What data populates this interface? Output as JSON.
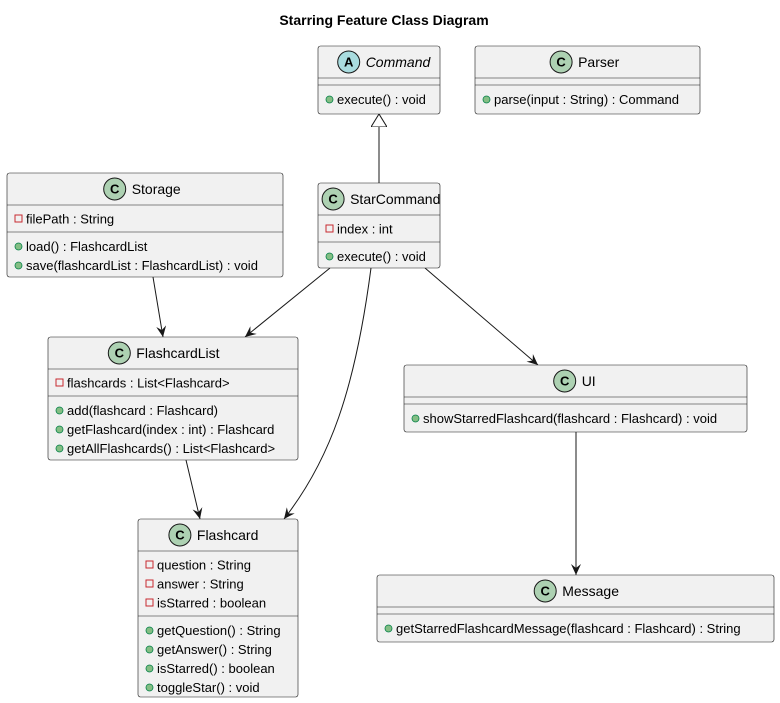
{
  "diagram": {
    "title": "Starring Feature Class Diagram",
    "colors": {
      "class_badge": "#add1b2",
      "abstract_badge": "#a9dcdf",
      "box_fill": "#f1f1f1",
      "border": "#181818",
      "public_marker": "#84be84",
      "private_marker": "#c82930"
    },
    "classes": {
      "command": {
        "name": "Command",
        "stereotype": "A",
        "abstract": true,
        "fields": [],
        "methods": [
          "execute() : void"
        ]
      },
      "parser": {
        "name": "Parser",
        "stereotype": "C",
        "abstract": false,
        "fields": [],
        "methods": [
          "parse(input : String) : Command"
        ]
      },
      "storage": {
        "name": "Storage",
        "stereotype": "C",
        "abstract": false,
        "fields": [
          "filePath : String"
        ],
        "methods": [
          "load() : FlashcardList",
          "save(flashcardList : FlashcardList) : void"
        ]
      },
      "starcommand": {
        "name": "StarCommand",
        "stereotype": "C",
        "abstract": false,
        "fields": [
          "index : int"
        ],
        "methods": [
          "execute() : void"
        ]
      },
      "flashcardlist": {
        "name": "FlashcardList",
        "stereotype": "C",
        "abstract": false,
        "fields": [
          "flashcards : List<Flashcard>"
        ],
        "methods": [
          "add(flashcard : Flashcard)",
          "getFlashcard(index : int) : Flashcard",
          "getAllFlashcards() : List<Flashcard>"
        ]
      },
      "ui": {
        "name": "UI",
        "stereotype": "C",
        "abstract": false,
        "fields": [],
        "methods": [
          "showStarredFlashcard(flashcard : Flashcard) : void"
        ]
      },
      "flashcard": {
        "name": "Flashcard",
        "stereotype": "C",
        "abstract": false,
        "fields": [
          "question : String",
          "answer : String",
          "isStarred : boolean"
        ],
        "methods": [
          "getQuestion() : String",
          "getAnswer() : String",
          "isStarred() : boolean",
          "toggleStar() : void"
        ]
      },
      "message": {
        "name": "Message",
        "stereotype": "C",
        "abstract": false,
        "fields": [],
        "methods": [
          "getStarredFlashcardMessage(flashcard : Flashcard) : String"
        ]
      }
    },
    "relations": [
      {
        "from": "starcommand",
        "to": "command",
        "kind": "inheritance"
      },
      {
        "from": "storage",
        "to": "flashcardlist",
        "kind": "association"
      },
      {
        "from": "starcommand",
        "to": "flashcardlist",
        "kind": "association"
      },
      {
        "from": "starcommand",
        "to": "flashcard",
        "kind": "association"
      },
      {
        "from": "starcommand",
        "to": "ui",
        "kind": "association"
      },
      {
        "from": "flashcardlist",
        "to": "flashcard",
        "kind": "association"
      },
      {
        "from": "ui",
        "to": "message",
        "kind": "association"
      }
    ]
  }
}
